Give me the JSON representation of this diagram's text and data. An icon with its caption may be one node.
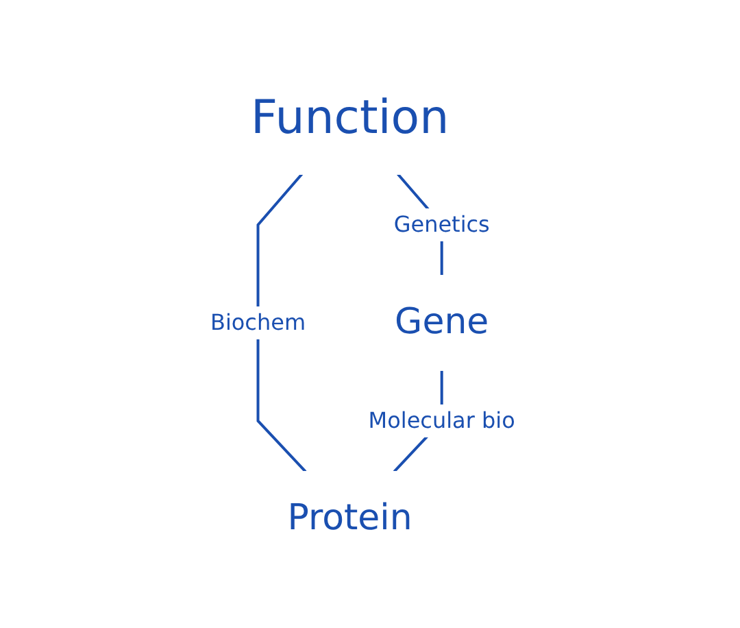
{
  "diagram": {
    "nodes": [
      {
        "text": [
          "Function"
        ]
      },
      {
        "text": [
          "Gene"
        ]
      },
      {
        "text": [
          "Protein"
        ]
      }
    ],
    "edges": [
      {
        "from": 0,
        "to": 1,
        "arrow": "none",
        "label": "Genetics"
      },
      {
        "from": 0,
        "to": 2,
        "arrow": "none",
        "label": "Biochem"
      },
      {
        "from": 1,
        "to": 2,
        "arrow": "none",
        "label": "Molecular bio"
      }
    ]
  }
}
